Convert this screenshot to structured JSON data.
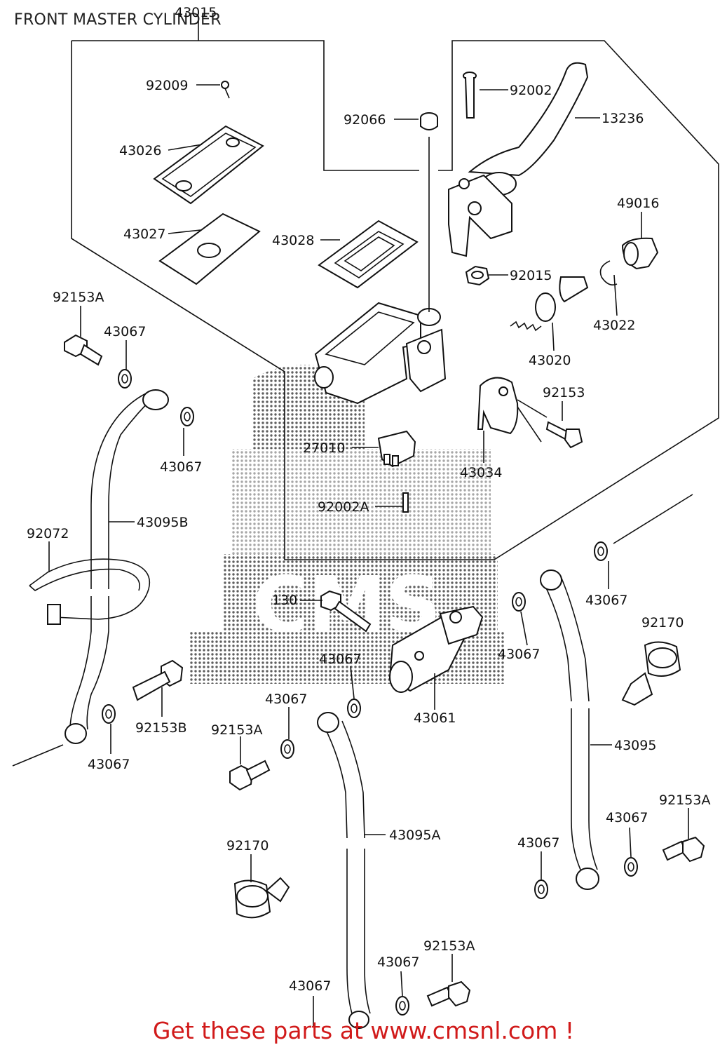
{
  "title": "FRONT MASTER CYLINDER",
  "promo": "Get these parts at www.cmsnl.com !",
  "watermark": "CMS",
  "parts": {
    "43015": "43015",
    "92009": "92009",
    "43026": "43026",
    "43027": "43027",
    "43028": "43028",
    "92066": "92066",
    "92002": "92002",
    "13236": "13236",
    "49016": "49016",
    "92015": "92015",
    "43022": "43022",
    "43020": "43020",
    "92153A_1": "92153A",
    "43067_1": "43067",
    "43067_2": "43067",
    "43095B": "43095B",
    "92072": "92072",
    "27010": "27010",
    "92153_1": "92153",
    "43034": "43034",
    "92002A": "92002A",
    "43067_3": "43067",
    "130": "130",
    "43067_4": "43067",
    "92170_1": "92170",
    "43067_5": "43067",
    "43061": "43061",
    "92153B": "92153B",
    "43067_6": "43067",
    "92153A_2": "92153A",
    "43067_7": "43067",
    "43095": "43095",
    "43095A": "43095A",
    "92170_2": "92170",
    "43067_8": "43067",
    "92153A_3": "92153A",
    "43067_9": "43067",
    "43067_10": "43067",
    "92153A_4": "92153A",
    "43067_11": "43067"
  },
  "colors": {
    "promo": "#d11a1a",
    "line": "#111111",
    "watermark": "#444444"
  }
}
